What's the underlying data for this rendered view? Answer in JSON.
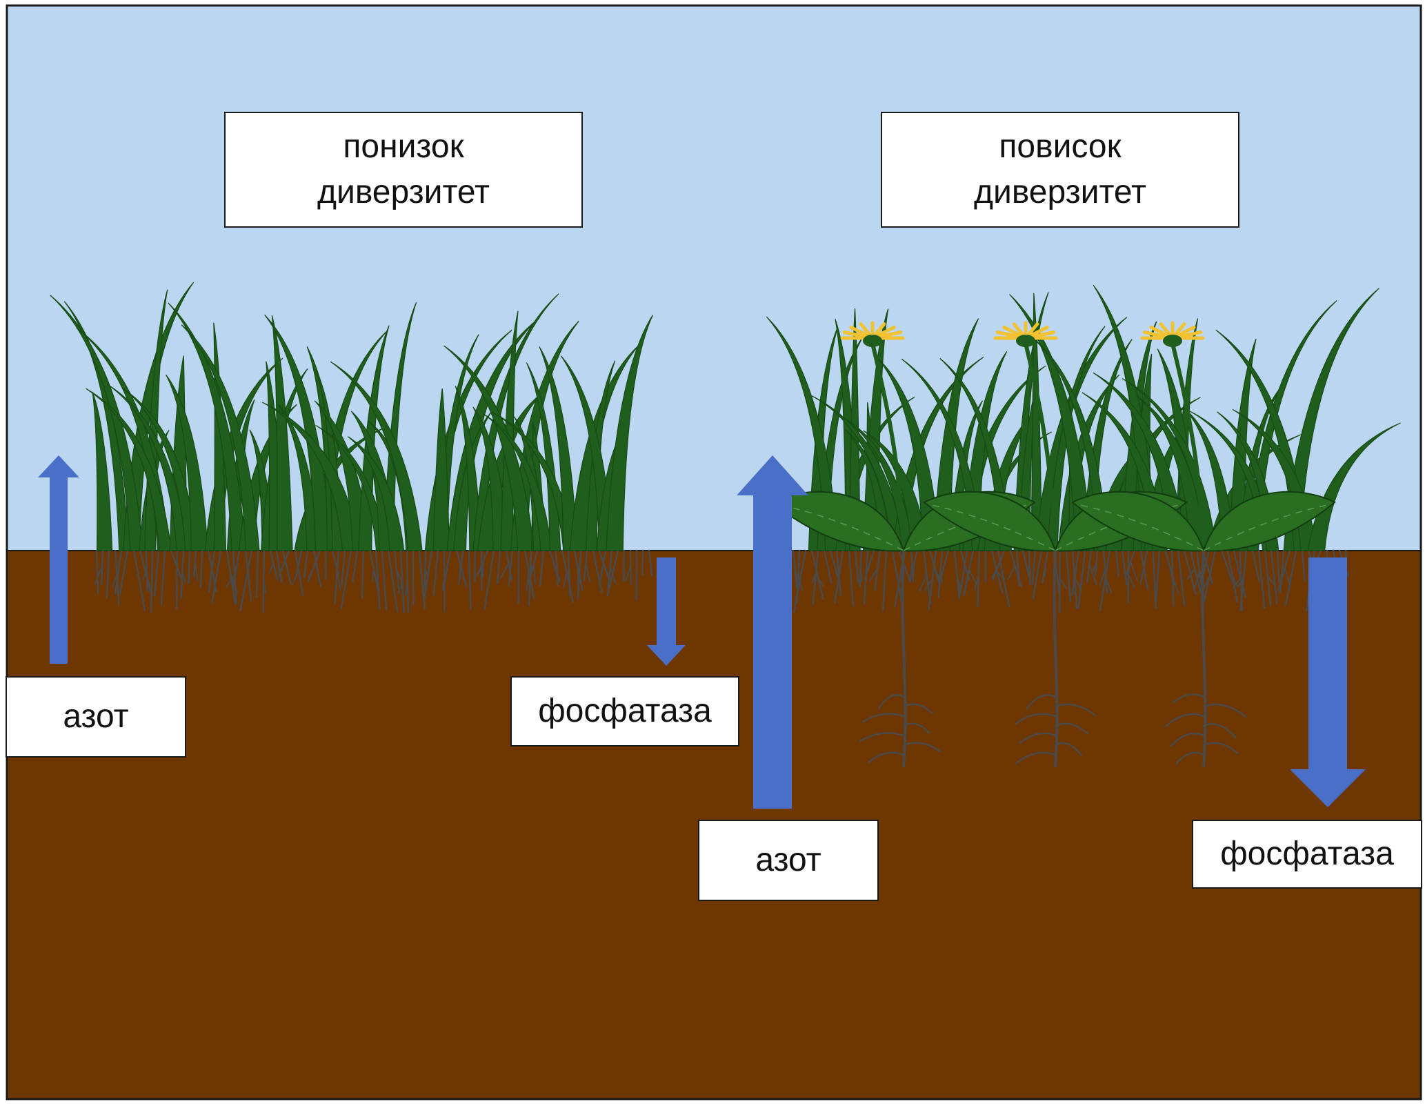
{
  "panels": {
    "low": {
      "title_line1": "понизок",
      "title_line2": "диверзитет",
      "nitrogen_label": "азот",
      "phosphatase_label": "фосфатаза"
    },
    "high": {
      "title_line1": "повисок",
      "title_line2": "диверзитет",
      "nitrogen_label": "азот",
      "phosphatase_label": "фосфатаза"
    }
  },
  "colors": {
    "sky": "#bad6f0",
    "soil": "#6e3600",
    "grass": "#1f5e1c",
    "leaf": "#2a6e22",
    "root": "#4a4a4a",
    "arrow": "#4a6fc8",
    "flower": "#f2c230"
  },
  "icons": [
    "grass-tuft-icon",
    "broadleaf-plant-icon",
    "flower-icon",
    "root-icon",
    "arrow-up-icon",
    "arrow-down-icon"
  ]
}
